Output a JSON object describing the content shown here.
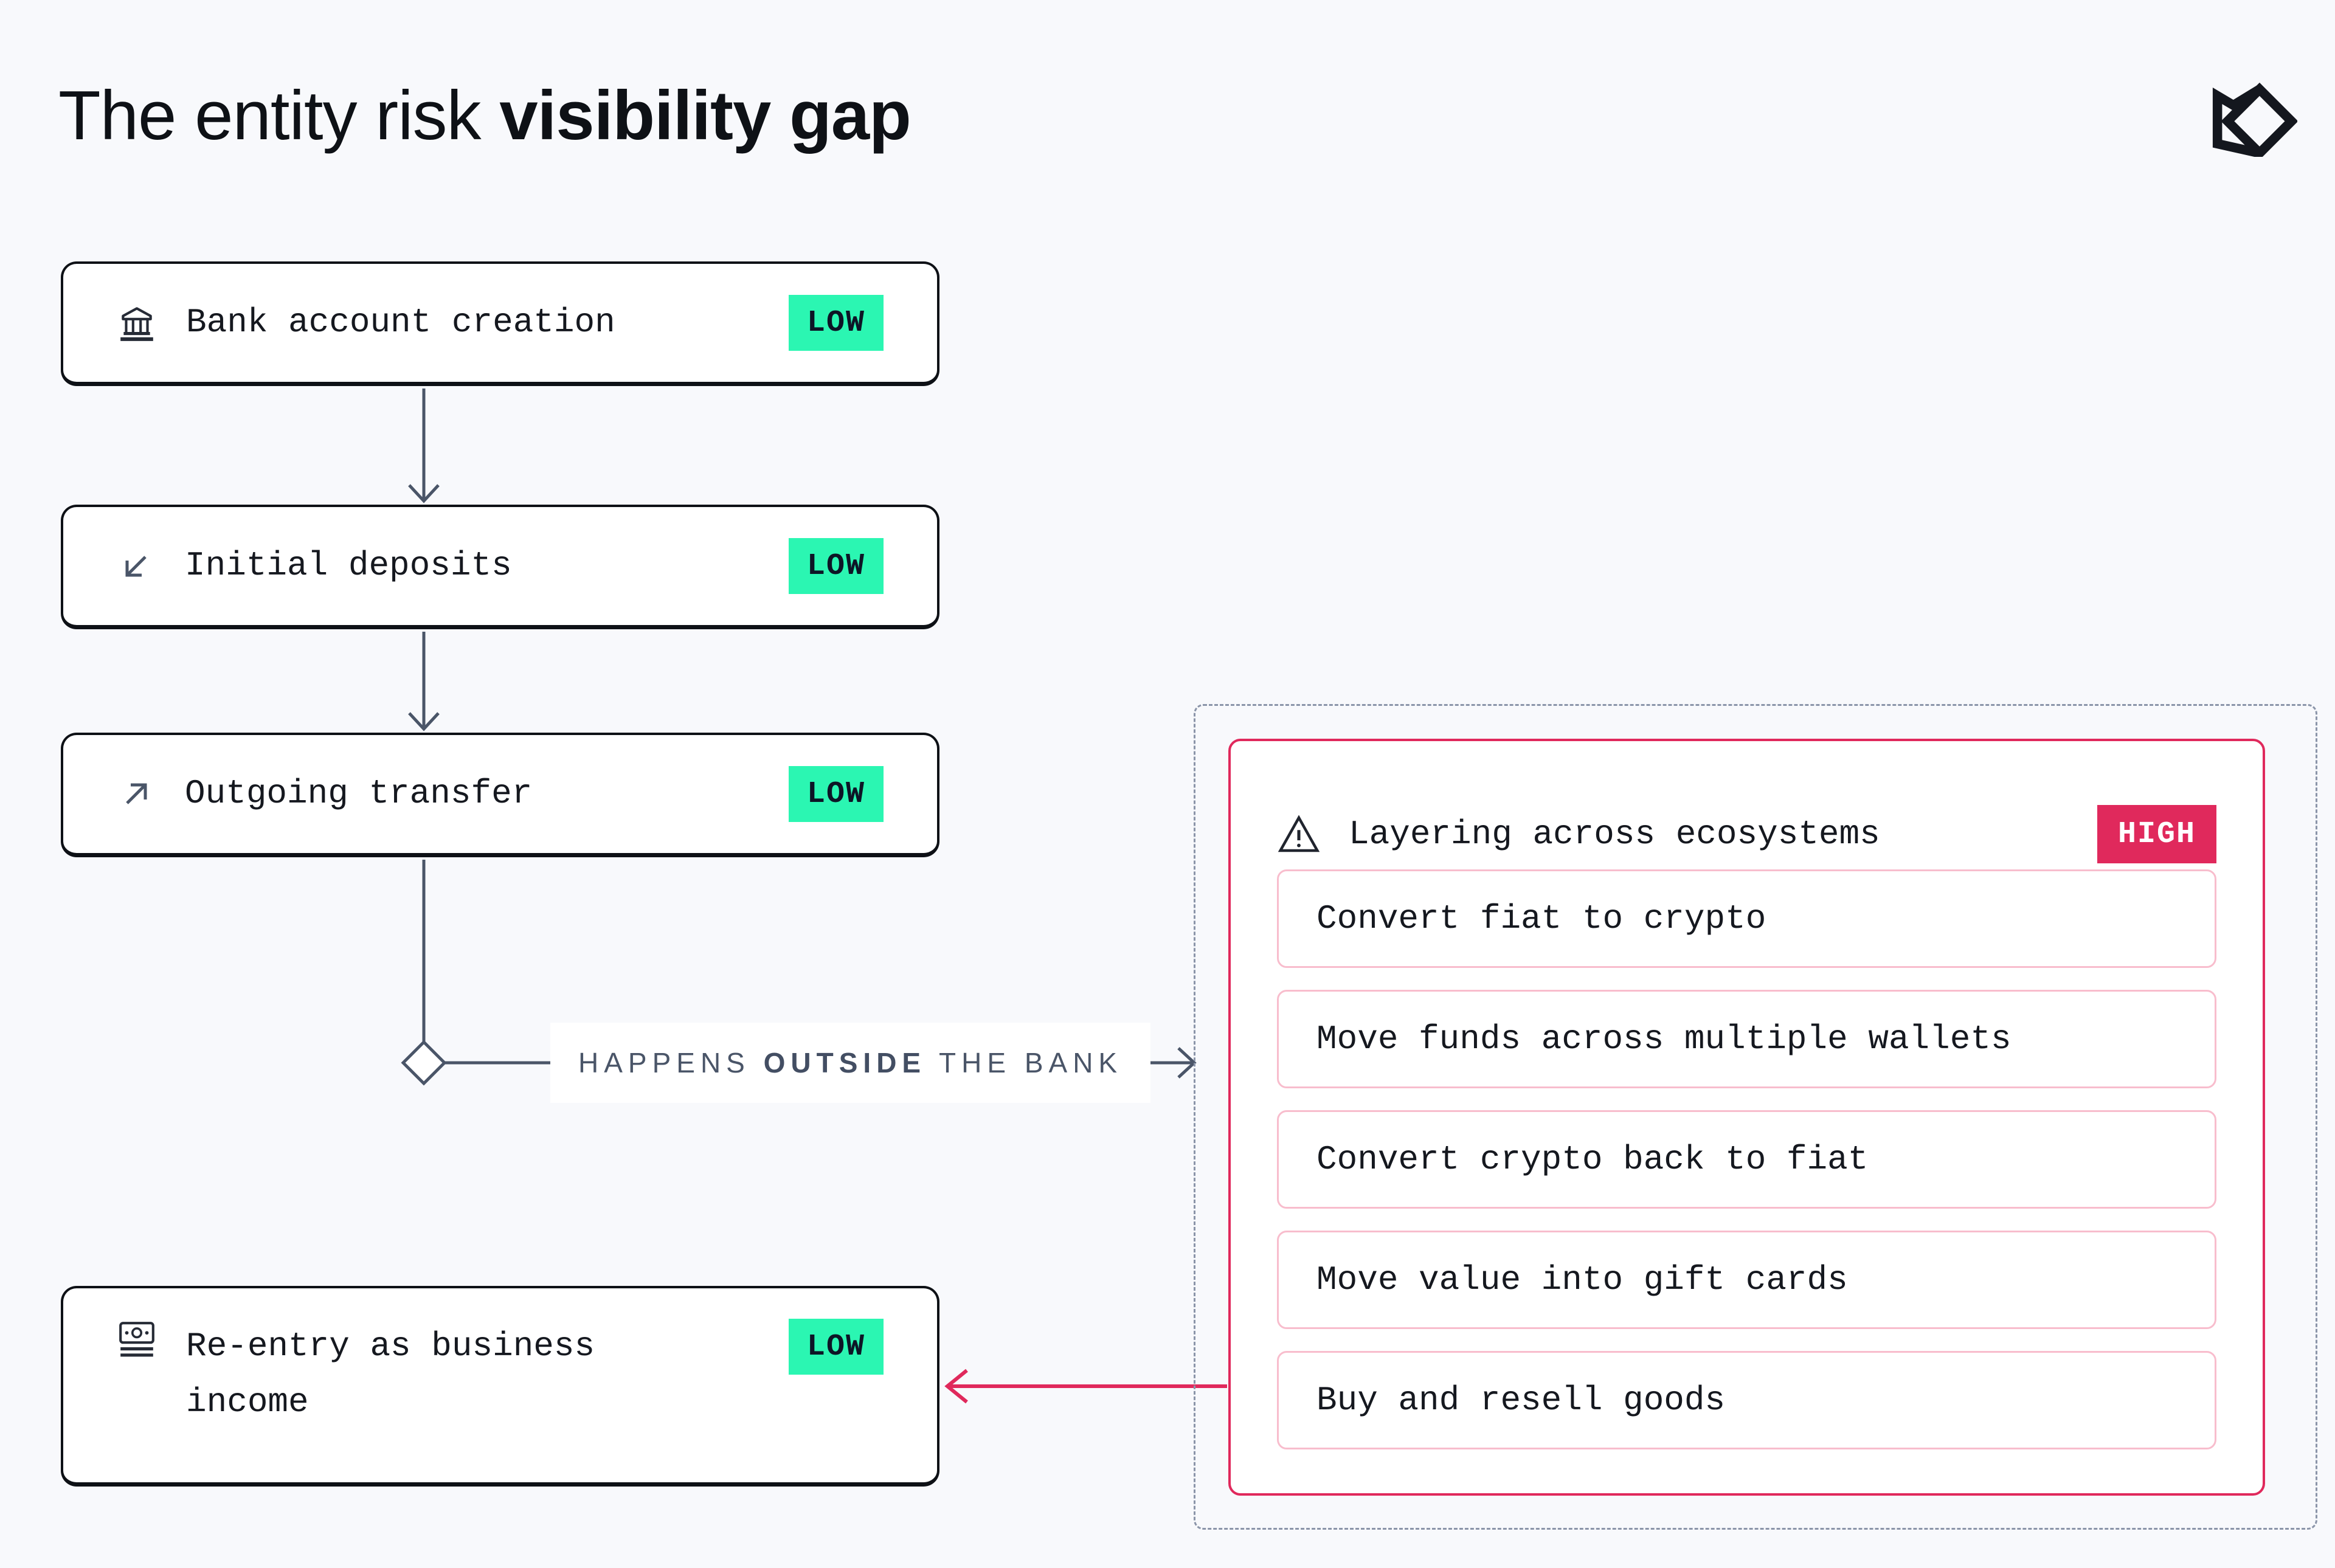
{
  "header": {
    "title_regular": "The entity risk ",
    "title_bold": "visibility gap",
    "logo_icon": "sardine-fish-logo"
  },
  "flow": {
    "boxes": [
      {
        "icon": "bank-icon",
        "label": "Bank account creation",
        "badge": "LOW"
      },
      {
        "icon": "arrow-down-left-icon",
        "label": "Initial deposits",
        "badge": "LOW"
      },
      {
        "icon": "arrow-up-right-icon",
        "label": "Outgoing transfer",
        "badge": "LOW"
      },
      {
        "icon": "banknote-icon",
        "label": "Re-entry as business income",
        "badge": "LOW"
      }
    ]
  },
  "connector_label": {
    "prefix": "HAPPENS ",
    "emphasis": "OUTSIDE",
    "suffix": " THE BANK"
  },
  "outside_group": {
    "icon": "warning-triangle-icon",
    "title": "Layering across ecosystems",
    "badge": "HIGH",
    "items": [
      "Convert fiat to crypto",
      "Move funds across multiple wallets",
      "Convert crypto back to fiat",
      "Move value into gift cards",
      "Buy and resell goods"
    ]
  },
  "colors": {
    "background": "#F8F9FC",
    "ink": "#0E1116",
    "slate_connector": "#4A5568",
    "risk_low_bg": "#2BF6B2",
    "risk_low_text": "#0D1526",
    "risk_high_bg": "#E0295C",
    "risk_high_text": "#FFFFFF",
    "item_border": "#F8BDCD",
    "dashed_border": "#8B95A9"
  }
}
